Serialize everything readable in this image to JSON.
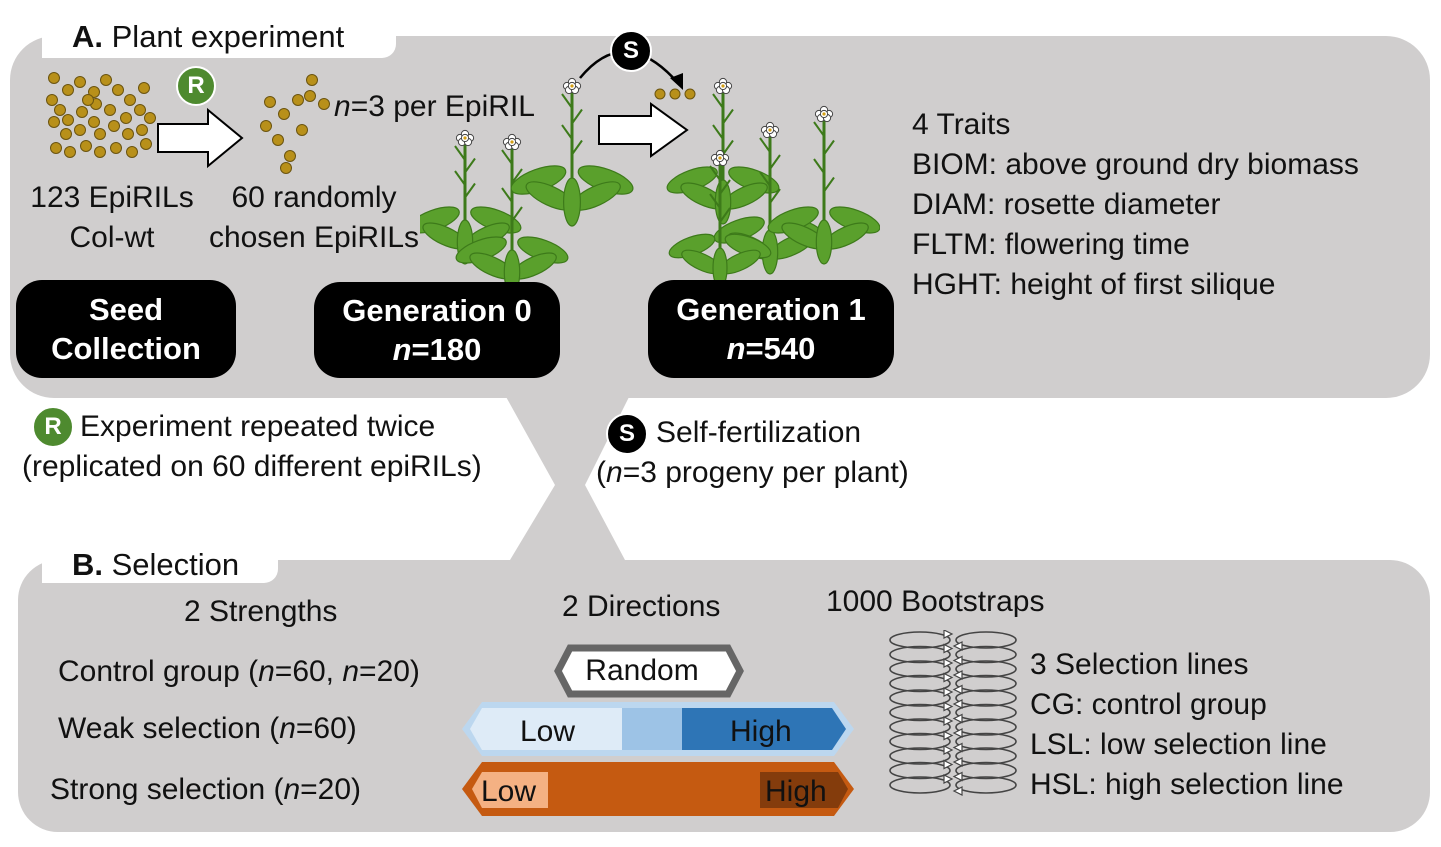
{
  "panel_a": {
    "tab_letter": "A.",
    "tab_title": "Plant experiment",
    "seeds_label_1": "123 EpiRILs",
    "seeds_label_2": "Col-wt",
    "chosen_label_1": "60 randomly",
    "chosen_label_2": "chosen EpiRILs",
    "n_per_prefix": "n",
    "n_per_suffix": "=3 per EpiRIL",
    "r_badge": "R",
    "s_badge": "S",
    "box_seed_1": "Seed",
    "box_seed_2": "Collection",
    "box_gen0_1": "Generation 0",
    "box_gen0_n": "n",
    "box_gen0_val": "=180",
    "box_gen1_1": "Generation 1",
    "box_gen1_n": "n",
    "box_gen1_val": "=540",
    "traits_title": "4 Traits",
    "traits": [
      "BIOM: above ground dry biomass",
      "DIAM: rosette diameter",
      "FLTM: flowering time",
      "HGHT: height of first silique"
    ]
  },
  "middle": {
    "r_badge": "R",
    "repeat_1": "Experiment repeated twice",
    "repeat_2": "(replicated on 60 different epiRILs)",
    "s_badge": "S",
    "self_1": "Self-fertilization",
    "self_2_open": "(",
    "self_2_n": "n",
    "self_2_rest": "=3 progeny per plant)"
  },
  "panel_b": {
    "tab_letter": "B.",
    "tab_title": "Selection",
    "strengths_title": "2 Strengths",
    "control": {
      "pre": "Control group (",
      "n1": "n",
      "mid": "=60, ",
      "n2": "n",
      "post": "=20)"
    },
    "weak": {
      "pre": "Weak selection (",
      "n": "n",
      "post": "=60)"
    },
    "strong": {
      "pre": "Strong selection (",
      "n": "n",
      "post": "=20)"
    },
    "directions_title": "2 Directions",
    "random_label": "Random",
    "low_label": "Low",
    "high_label": "High",
    "bootstraps_title": "1000 Bootstraps",
    "lines_title": "3 Selection lines",
    "lines": [
      "CG: control group",
      "LSL: low selection line",
      "HSL: high selection line"
    ]
  },
  "colors": {
    "panel_gray": "#d0cece",
    "seed_gold": "#b8901a",
    "leaf_green": "#5aa02c",
    "r_green": "#4e8a2f",
    "weak_light": "#bcd7ef",
    "weak_mid": "#9dc3e6",
    "weak_dark": "#2e75b6",
    "strong_light": "#f4b183",
    "strong_mid": "#c55a11",
    "strong_dark": "#843c0c"
  }
}
